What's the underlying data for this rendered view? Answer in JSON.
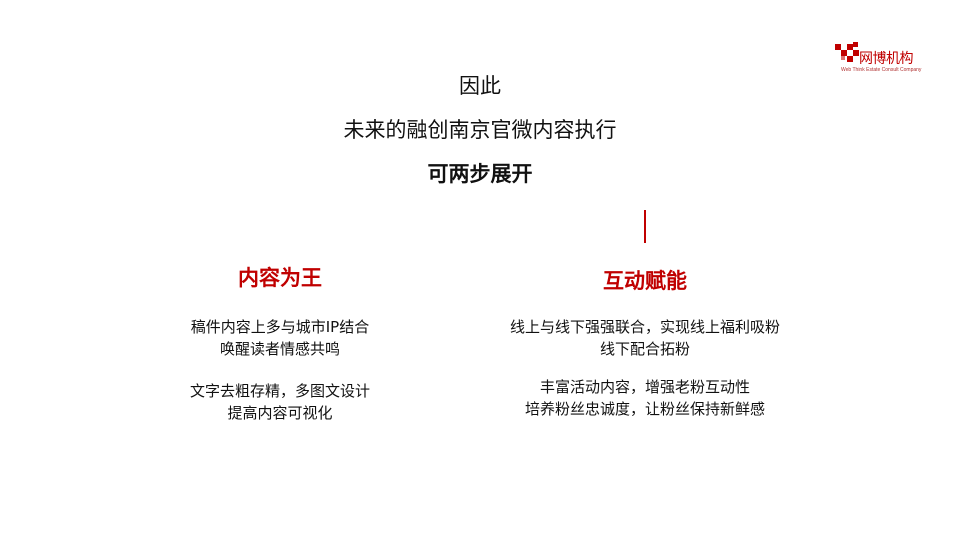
{
  "logo": {
    "name_cn": "网博机构",
    "name_en": "Web Think Estate Consult Company",
    "color": "#c00000"
  },
  "intro": {
    "line1": "因此",
    "line2": "未来的融创南京官微内容执行",
    "line3": "可两步展开"
  },
  "accent_color": "#c00000",
  "columns": [
    {
      "title": "内容为王",
      "paragraphs": [
        {
          "lines": [
            "稿件内容上多与城市IP结合",
            "唤醒读者情感共鸣"
          ]
        },
        {
          "lines": [
            "文字去粗存精，多图文设计",
            "提高内容可视化"
          ]
        }
      ]
    },
    {
      "title": "互动赋能",
      "paragraphs": [
        {
          "lines": [
            "线上与线下强强联合，实现线上福利吸粉",
            "线下配合拓粉"
          ]
        },
        {
          "lines": [
            "丰富活动内容，增强老粉互动性",
            "培养粉丝忠诚度，让粉丝保持新鲜感"
          ]
        }
      ]
    }
  ]
}
